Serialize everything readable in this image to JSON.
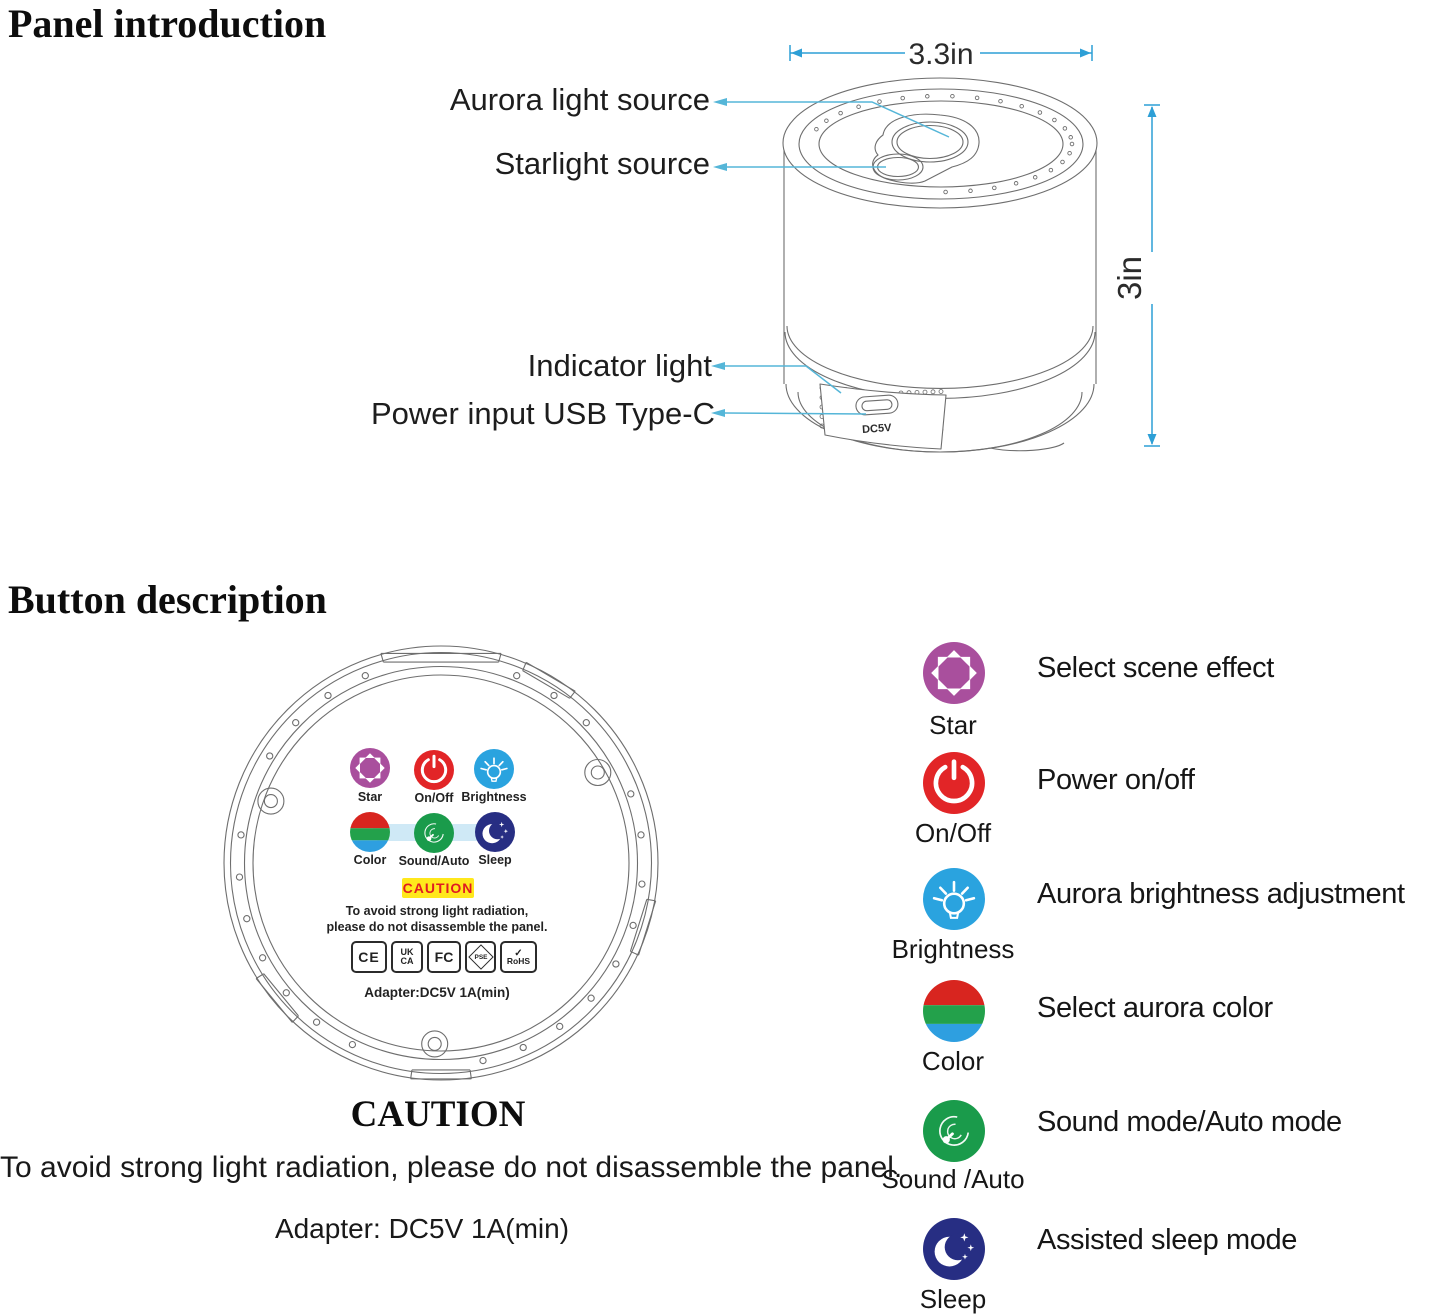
{
  "sections": {
    "panel_intro_title": "Panel introduction",
    "button_desc_title": "Button description"
  },
  "panel_intro": {
    "labels": {
      "aurora": "Aurora light source",
      "starlight": "Starlight source",
      "indicator": "Indicator light",
      "power": "Power input USB Type-C"
    },
    "dimensions": {
      "width": "3.3in",
      "height": "3in"
    },
    "port_label": "DC5V"
  },
  "button_panel": {
    "buttons": [
      {
        "id": "star",
        "label": "Star"
      },
      {
        "id": "power",
        "label": "On/Off"
      },
      {
        "id": "brightness",
        "label": "Brightness"
      },
      {
        "id": "color",
        "label": "Color"
      },
      {
        "id": "sound",
        "label": "Sound/Auto"
      },
      {
        "id": "sleep",
        "label": "Sleep"
      }
    ],
    "caution_badge": "CAUTION",
    "warning_line1": "To avoid strong light radiation,",
    "warning_line2": "please do not disassemble the panel.",
    "certifications": [
      {
        "id": "ce",
        "label": "CE"
      },
      {
        "id": "ukca",
        "top": "UK",
        "bottom": "CA"
      },
      {
        "id": "fcc",
        "label": "FC"
      },
      {
        "id": "pse",
        "label": "PSE"
      },
      {
        "id": "rohs",
        "check": "✓",
        "label": "RoHS"
      }
    ],
    "adapter_label": "Adapter:DC5V 1A(min)"
  },
  "legend": {
    "items": [
      {
        "id": "star",
        "label": "Star",
        "description": "Select scene effect"
      },
      {
        "id": "power",
        "label": "On/Off",
        "description": "Power on/off"
      },
      {
        "id": "brightness",
        "label": "Brightness",
        "description": "Aurora brightness adjustment"
      },
      {
        "id": "color",
        "label": "Color",
        "description": "Select aurora color"
      },
      {
        "id": "sound",
        "label": "Sound /Auto",
        "description": "Sound mode/Auto mode"
      },
      {
        "id": "sleep",
        "label": "Sleep",
        "description": "Assisted sleep mode"
      }
    ]
  },
  "footer": {
    "caution_title": "CAUTION",
    "caution_text": "To avoid strong light radiation, please do not disassemble the panel.",
    "adapter_text": "Adapter: DC5V 1A(min)"
  },
  "colors": {
    "dimension_blue": "#2d9fd6",
    "callout_blue": "#55b6d8",
    "star_purple": "#a94f9d",
    "power_red": "#e22527",
    "brightness_blue": "#2aa3df",
    "stripe_red": "#d8251f",
    "stripe_green": "#23a14b",
    "stripe_blue": "#2e9fe0",
    "sound_green": "#1a9b4b",
    "sleep_navy": "#272e83",
    "caution_yellow": "#ffe81c",
    "caution_red": "#e01b22",
    "connector_band": "#cfe9f6",
    "line_gray": "#6e6e6e",
    "text_dark": "#1d1d1d"
  }
}
